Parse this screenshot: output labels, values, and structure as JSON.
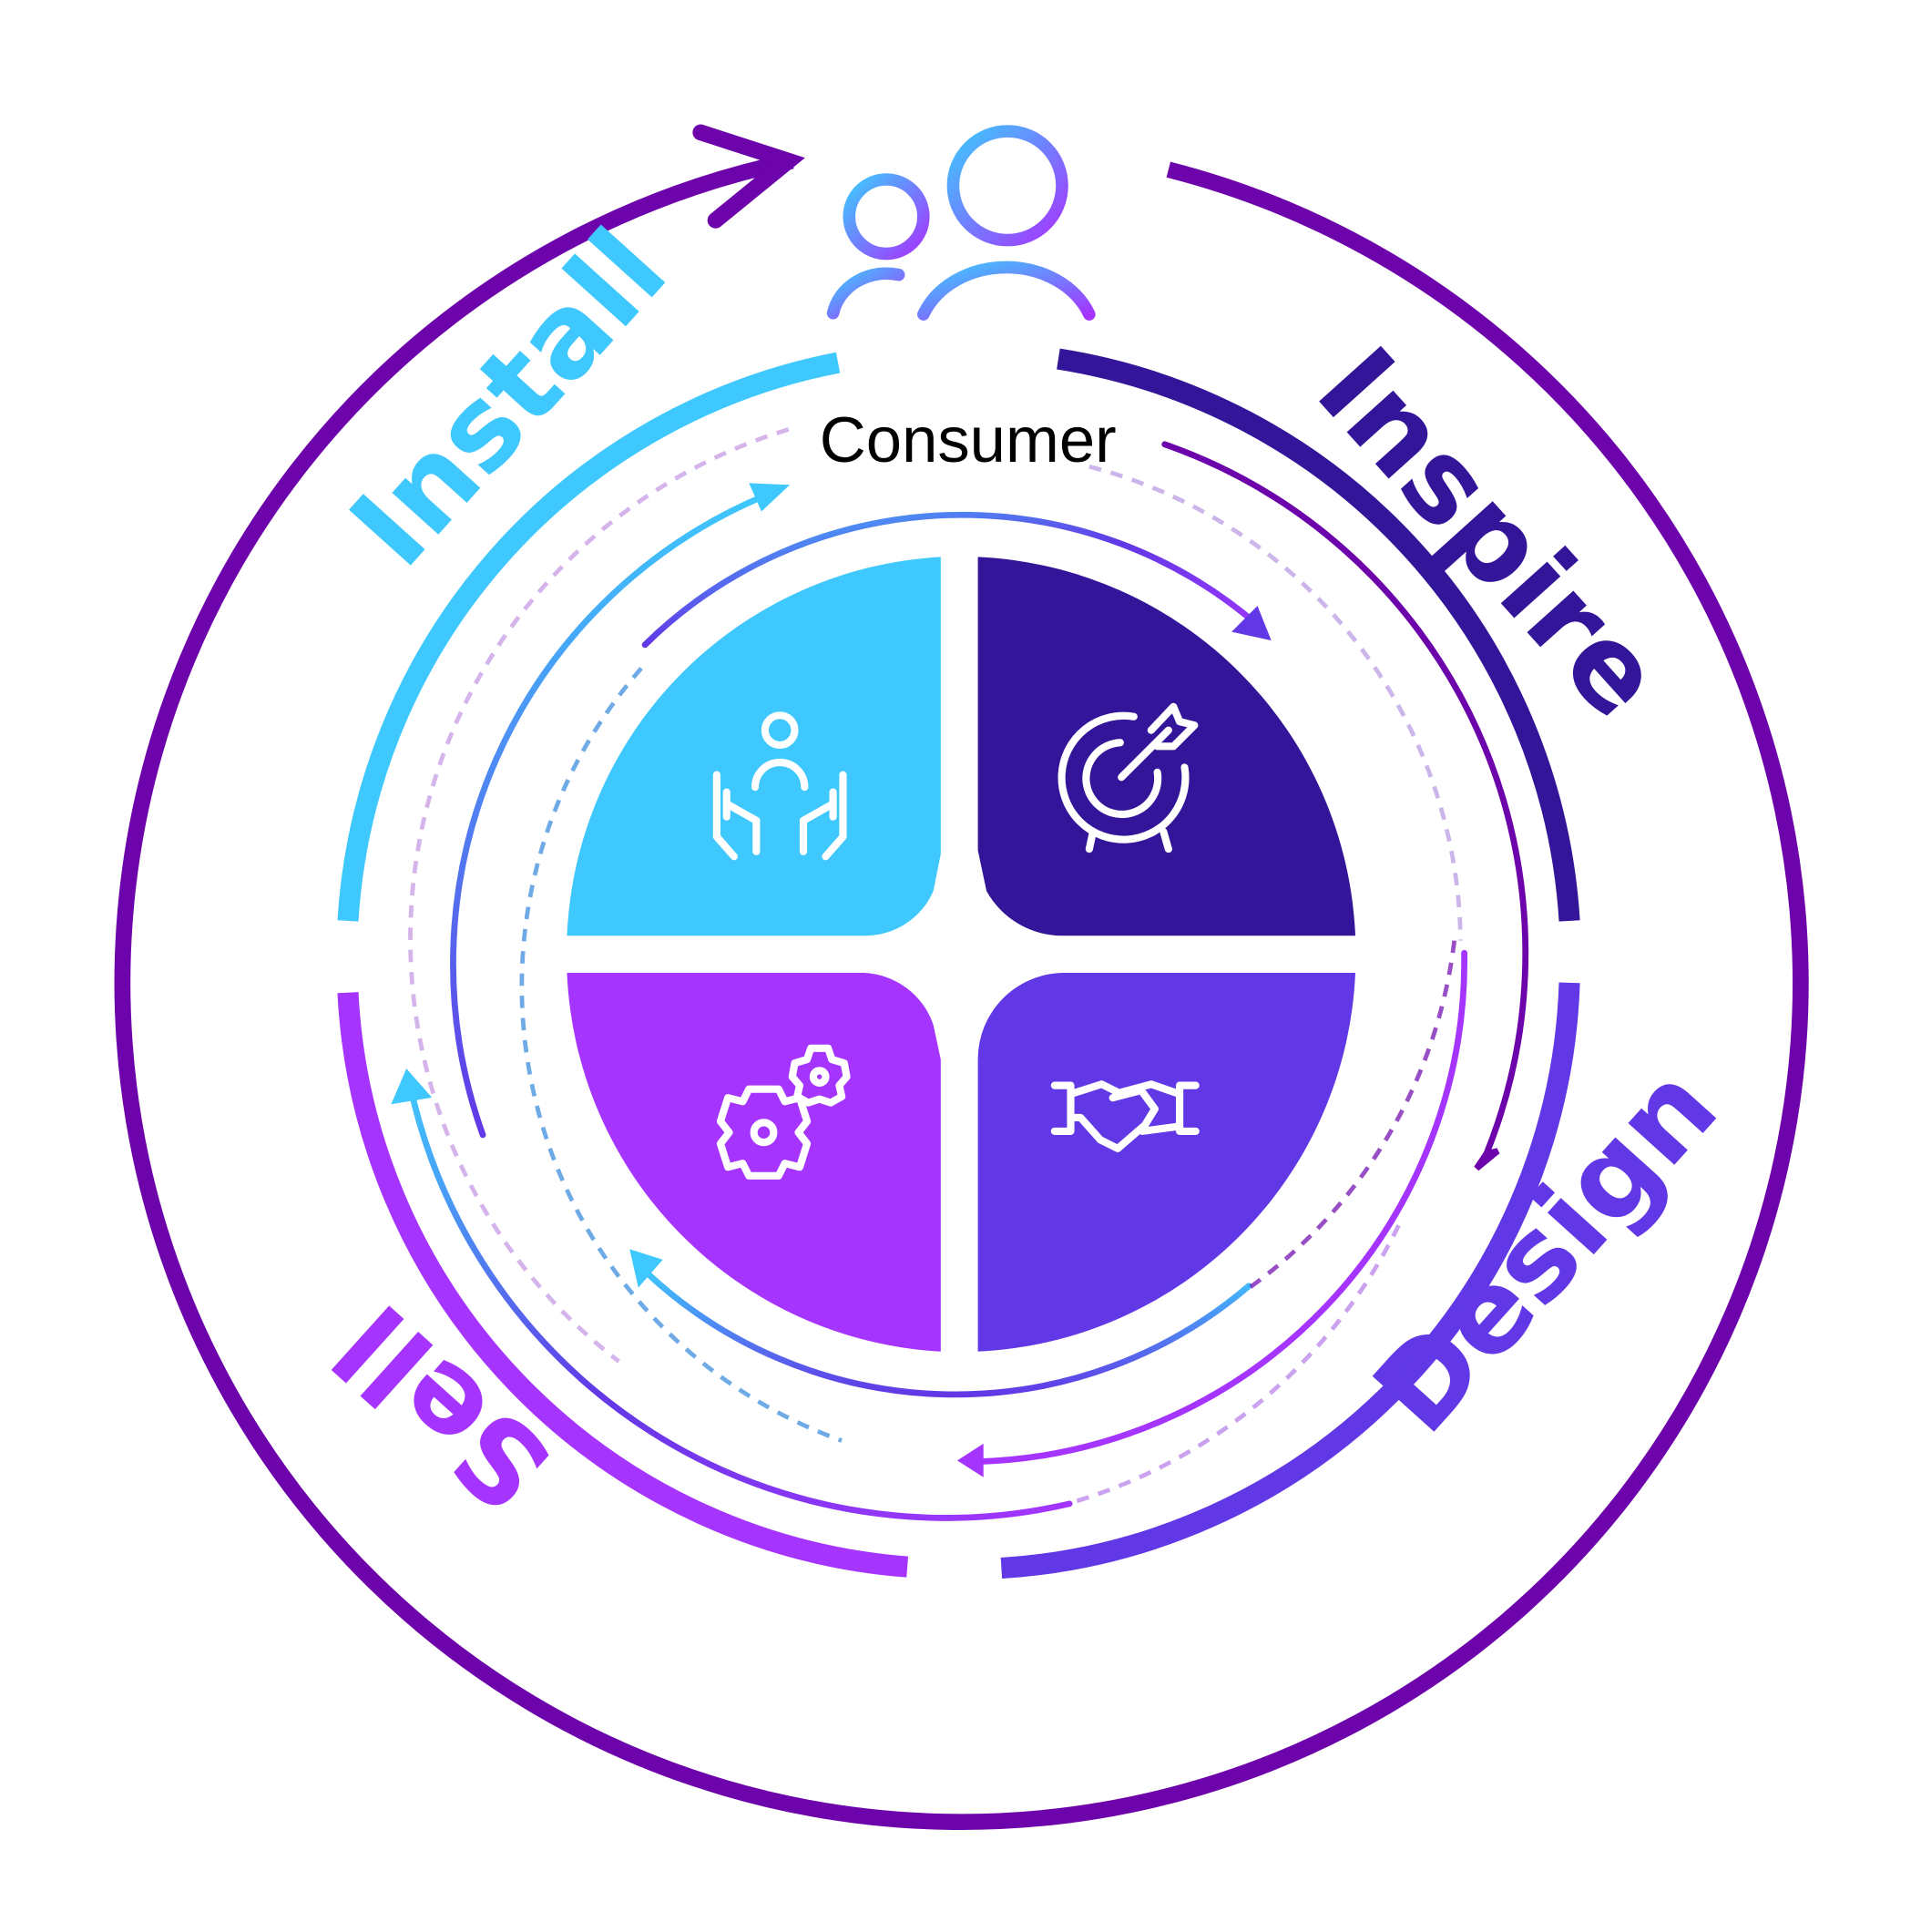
{
  "center_label": "Consumer",
  "stages": [
    {
      "label": "Inspire",
      "color": "#33159a",
      "icon": "target-arrow-icon"
    },
    {
      "label": "Design",
      "color": "#6238e6",
      "icon": "handshake-icon"
    },
    {
      "label": "Sell",
      "color": "#a535fe",
      "icon": "gears-icon"
    },
    {
      "label": "Install",
      "color": "#3ec8fd",
      "icon": "hands-support-person-icon"
    }
  ],
  "icons": {
    "top": "consumer-group-icon"
  },
  "colors": {
    "outer_ring": "#6c03ab",
    "inspire": "#33159a",
    "design": "#6238e6",
    "sell": "#a535fe",
    "install": "#3ec8fd"
  }
}
